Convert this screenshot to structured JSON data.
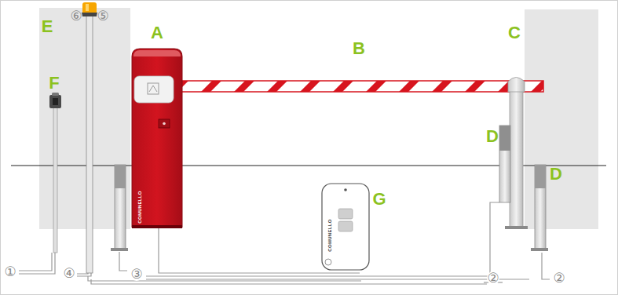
{
  "diagram": {
    "labels": [
      "E",
      "A",
      "⑥",
      "⑤",
      "F",
      "B",
      "C",
      "D",
      "D",
      "G",
      "①",
      "④",
      "③",
      "②",
      "②",
      "COMUNELLO",
      "COMUNELLO"
    ]
  }
}
